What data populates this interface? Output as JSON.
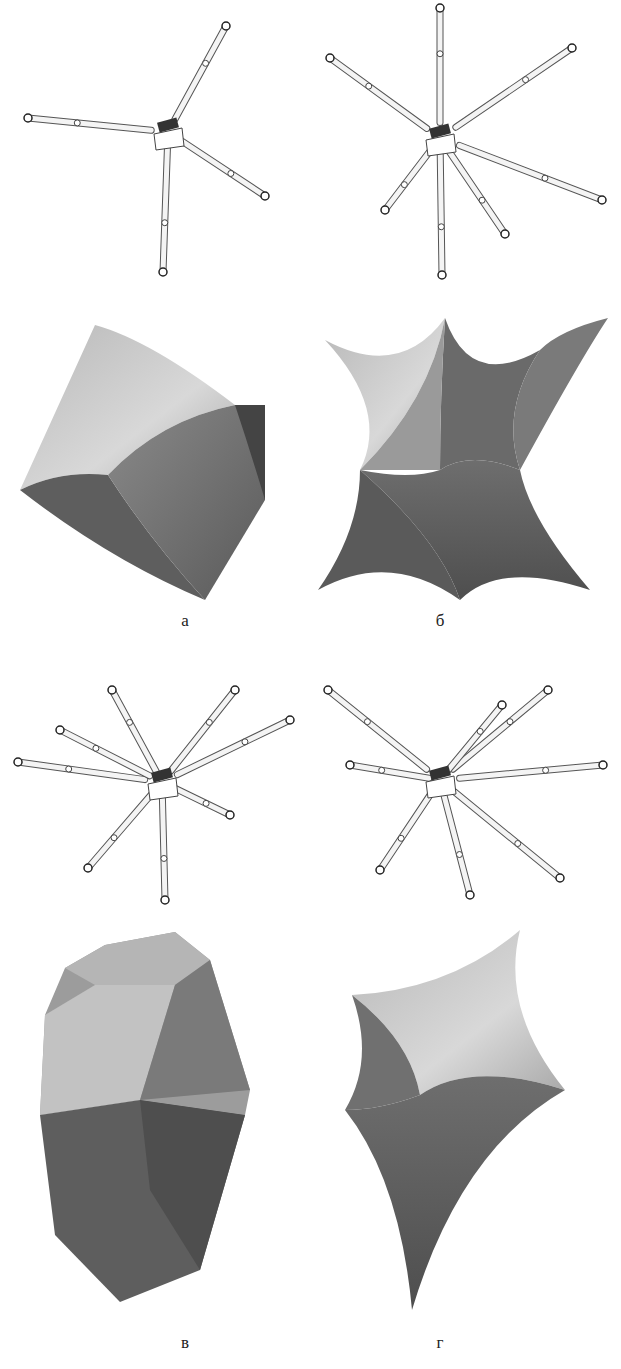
{
  "diagram": {
    "labels": [
      "а",
      "б",
      "в",
      "г"
    ]
  }
}
